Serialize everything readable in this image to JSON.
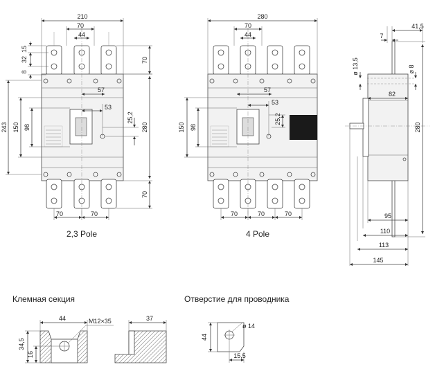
{
  "views": {
    "left_caption": "2,3 Pole",
    "center_caption": "4 Pole",
    "terminal_caption": "Клемная секция",
    "hole_caption": "Отверстие для проводника"
  },
  "left_dims": {
    "overall_width": "210",
    "pitch_top": "70",
    "terminal_width": "44",
    "d15": "15",
    "d32": "32",
    "d8": "8",
    "top_70": "70",
    "d243": "243",
    "d150": "150",
    "d98": "98",
    "d57": "57",
    "d53": "53",
    "d25_2": "25,2",
    "d280": "280",
    "bottom_70": "70",
    "pitch_bottom_1": "70",
    "pitch_bottom_2": "70"
  },
  "center_dims": {
    "overall_width": "280",
    "pitch_top": "70",
    "terminal_width": "44",
    "d57": "57",
    "d53": "53",
    "d25_2": "25,2",
    "d150": "150",
    "d98": "98",
    "pitch_bottom_1": "70",
    "pitch_bottom_2": "70",
    "pitch_bottom_3": "70"
  },
  "side_dims": {
    "d7": "7",
    "d41_5": "41,5",
    "d13_5": "ø 13,5",
    "d8": "ø 8",
    "d82": "82",
    "d280": "280",
    "d95": "95",
    "d110": "110",
    "d113": "113",
    "d145": "145"
  },
  "terminal_dims": {
    "d44": "44",
    "thread": "M12×35",
    "d37": "37",
    "d34_5": "34,5",
    "d16": "16"
  },
  "hole_dims": {
    "d44": "44",
    "dia": "ø 14",
    "d15_5": "15,5"
  },
  "colors": {
    "line": "#444444",
    "body_fill": "#f2f2f2",
    "black_block": "#1a1a1a"
  }
}
